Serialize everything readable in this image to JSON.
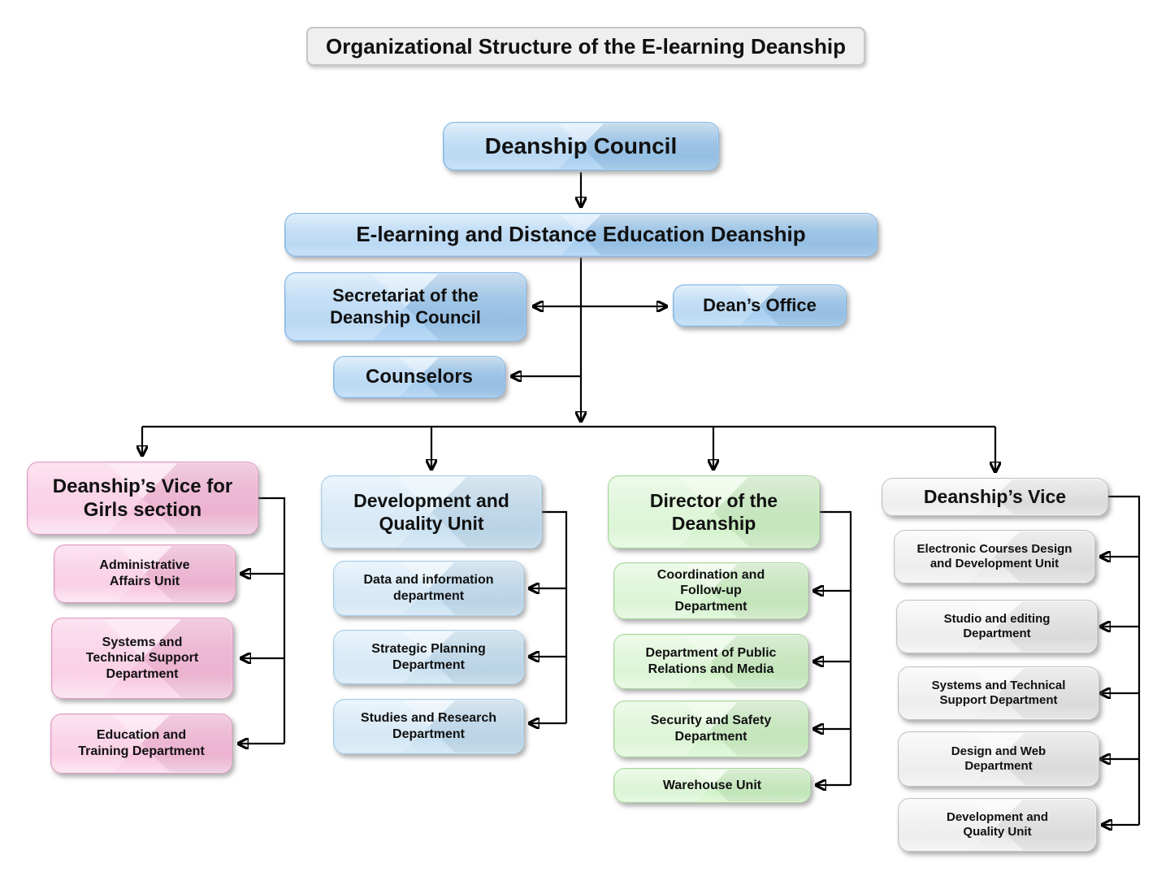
{
  "title": "Organizational Structure of the E-learning Deanship",
  "top_nodes": {
    "deanship_council": "Deanship Council",
    "elearning_deanship": "E-learning and Distance Education Deanship",
    "secretariat": "Secretariat of the Deanship Council",
    "deans_office": "Dean’s Office",
    "counselors": "Counselors"
  },
  "branches": [
    {
      "header": "Deanship’s Vice for Girls section",
      "color": "#f8c0dd",
      "children": [
        "Administrative Affairs Unit",
        "Systems and Technical Support Department",
        "Education and Training Department"
      ]
    },
    {
      "header": "Development and Quality Unit",
      "color": "#cbe3f4",
      "children": [
        "Data and information department",
        "Strategic Planning Department",
        "Studies and Research Department"
      ]
    },
    {
      "header": "Director of the Deanship",
      "color": "#d2f2ca",
      "children": [
        "Coordination and Follow-up Department",
        "Department of Public Relations and Media",
        "Security and Safety Department",
        "Warehouse Unit"
      ]
    },
    {
      "header": "Deanship’s Vice",
      "color": "#ececec",
      "children": [
        "Electronic Courses Design and Development Unit",
        "Studio and editing Department",
        "Systems and Technical Support Department",
        "Design and Web Department",
        "Development and Quality Unit"
      ]
    }
  ],
  "colors": {
    "top_boxes": "#a5cdf0",
    "title_bg": "#efefef",
    "connector": "#000000",
    "text": "#111111"
  }
}
